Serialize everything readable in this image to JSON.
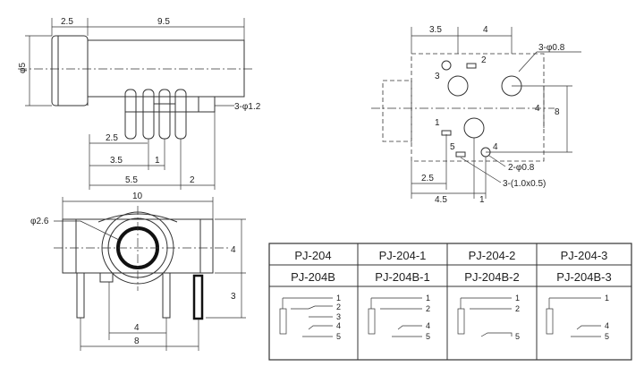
{
  "side_view": {
    "dims": {
      "d1": "2.5",
      "d2": "9.5",
      "d3": "φ5",
      "d4": "3-φ1.2",
      "d5": "2.5",
      "d6": "3.5",
      "d7": "1",
      "d8": "5.5",
      "d9": "2"
    }
  },
  "pcb_view": {
    "dims": {
      "d1": "3.5",
      "d2": "4",
      "d3": "3-φ0.8",
      "d4": "4",
      "d5": "8",
      "d6": "2-φ0.8",
      "d7": "2.5",
      "d8": "4.5",
      "d9": "1",
      "d10": "3-(1.0x0.5)"
    },
    "pins": [
      "1",
      "2",
      "3",
      "4",
      "5"
    ]
  },
  "front_view": {
    "dims": {
      "d1": "10",
      "d2": "φ2.6",
      "d3": "4",
      "d4": "3",
      "d5": "4",
      "d6": "8"
    }
  },
  "table": {
    "row1": [
      "PJ-204",
      "PJ-204-1",
      "PJ-204-2",
      "PJ-204-3"
    ],
    "row2": [
      "PJ-204B",
      "PJ-204B-1",
      "PJ-204B-2",
      "PJ-204B-3"
    ],
    "schem1": [
      "1",
      "2",
      "3",
      "4",
      "5"
    ],
    "schem2": [
      "1",
      "2",
      "4",
      "5"
    ],
    "schem3": [
      "1",
      "2",
      "5"
    ],
    "schem4": [
      "1",
      "4",
      "5"
    ]
  }
}
